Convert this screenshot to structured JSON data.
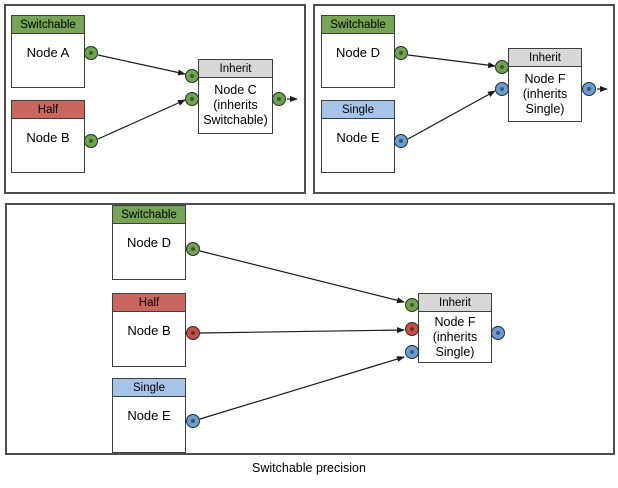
{
  "caption": "Switchable precision",
  "colors": {
    "switchable_green": "#75A555",
    "half_red": "#C9675F",
    "single_blue": "#A6C4E7",
    "inherit_gray": "#D8D8D8",
    "port_green": "#6FA351",
    "port_red": "#C05048",
    "port_blue": "#6C9CD2",
    "edge": "#1C1C1C"
  },
  "panels": [
    {
      "name": "top-left",
      "nodes": [
        {
          "header": "Switchable",
          "title": "Node A"
        },
        {
          "header": "Half",
          "title": "Node B"
        },
        {
          "header": "Inherit",
          "lines": [
            "Node C",
            "(inherits",
            "Switchable)"
          ]
        }
      ]
    },
    {
      "name": "top-right",
      "nodes": [
        {
          "header": "Switchable",
          "title": "Node D"
        },
        {
          "header": "Single",
          "title": "Node E"
        },
        {
          "header": "Inherit",
          "lines": [
            "Node F",
            "(inherits",
            "Single)"
          ]
        }
      ]
    },
    {
      "name": "bottom",
      "nodes": [
        {
          "header": "Switchable",
          "title": "Node D"
        },
        {
          "header": "Half",
          "title": "Node B"
        },
        {
          "header": "Single",
          "title": "Node E"
        },
        {
          "header": "Inherit",
          "lines": [
            "Node F",
            "(inherits",
            "Single)"
          ]
        }
      ]
    }
  ]
}
